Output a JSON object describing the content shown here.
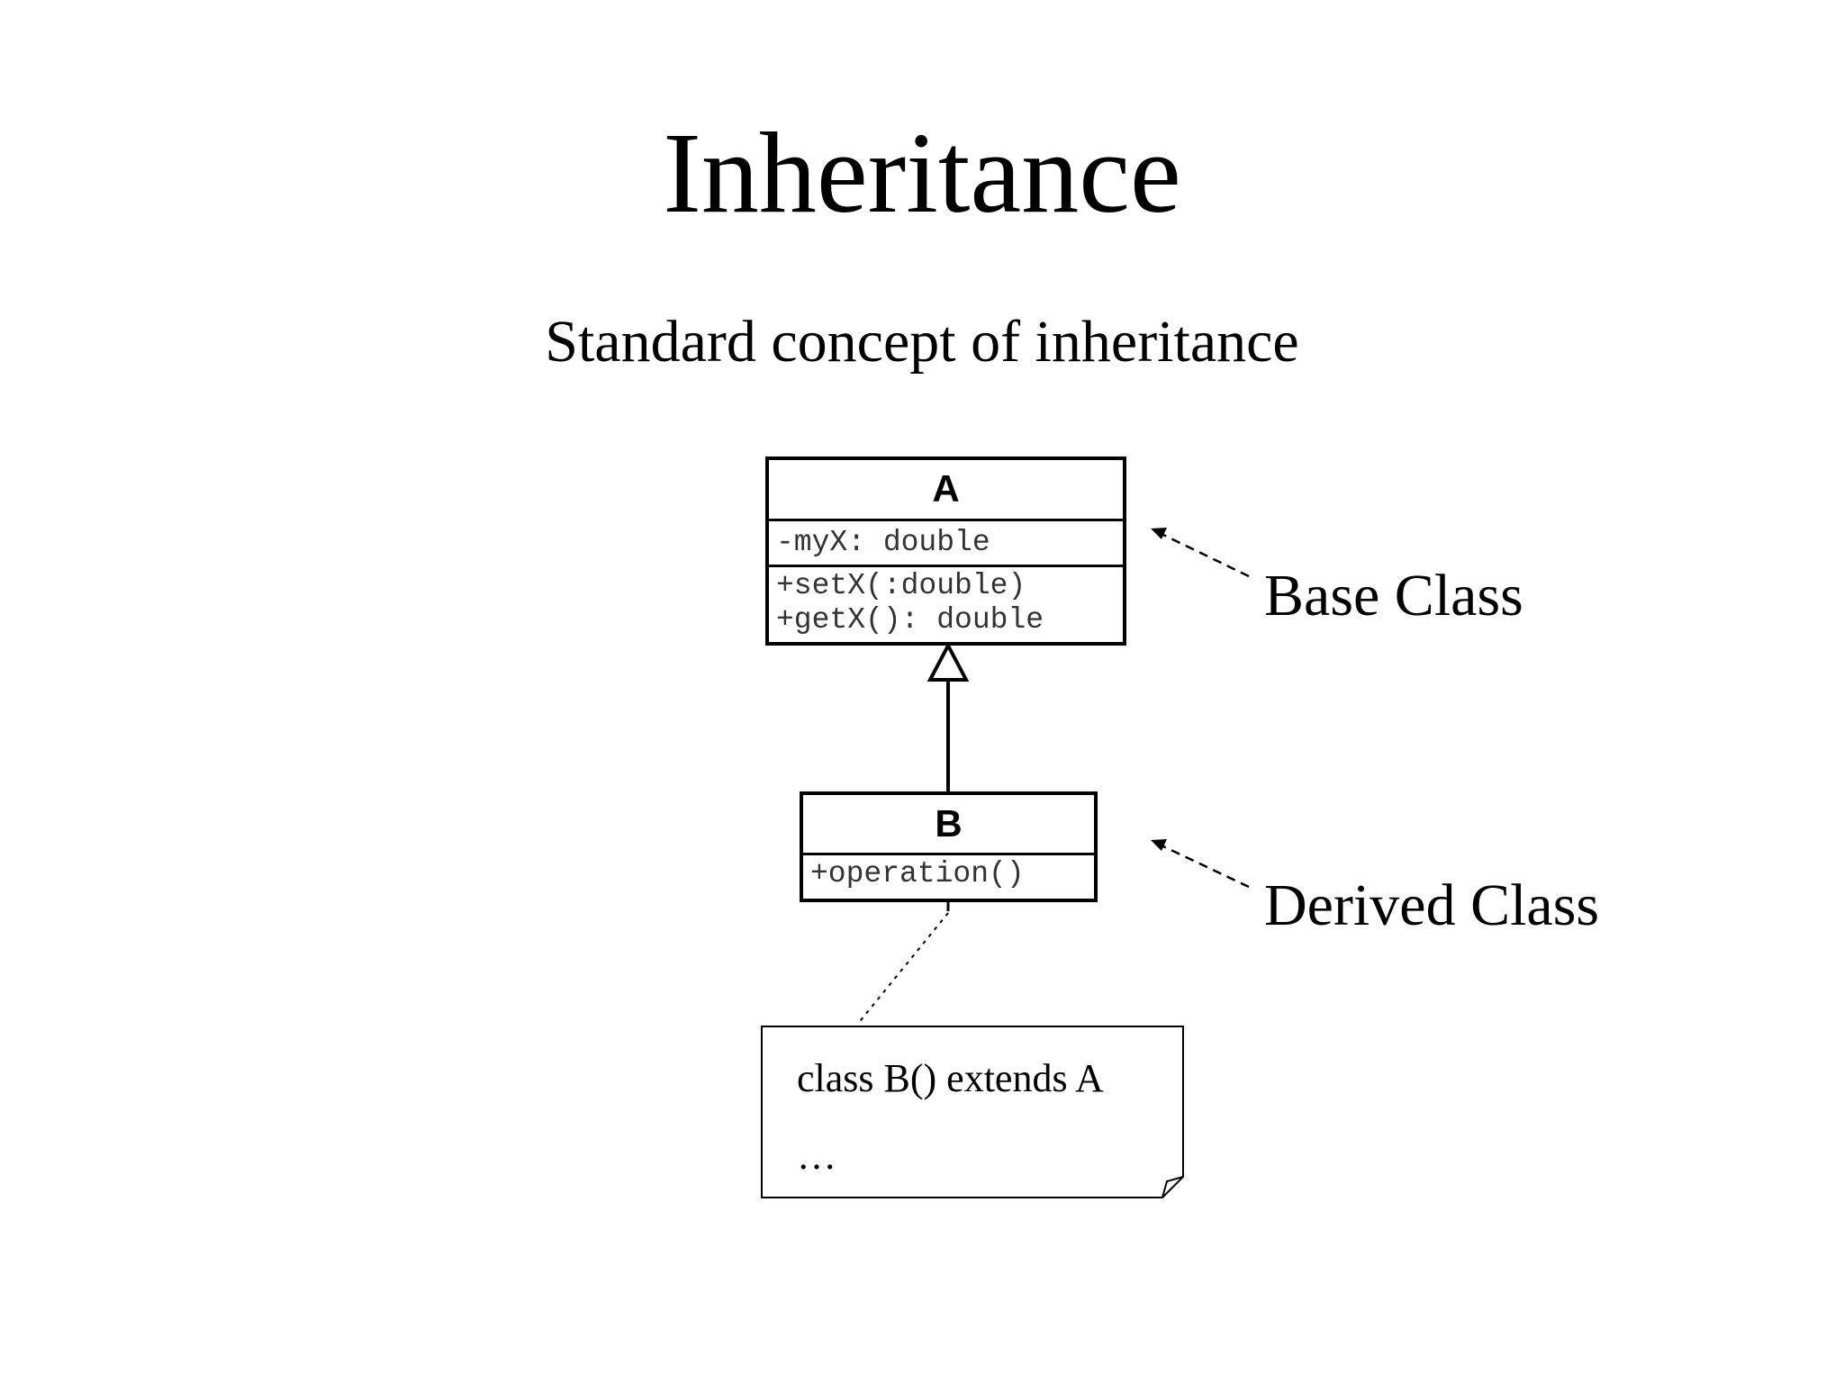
{
  "slide": {
    "title": "Inheritance",
    "subtitle": "Standard concept of inheritance"
  },
  "class_a": {
    "name": "A",
    "attributes": [
      "-myX: double"
    ],
    "operations": [
      "+setX(:double)",
      "+getX(): double"
    ]
  },
  "class_b": {
    "name": "B",
    "operations": [
      "+operation()"
    ]
  },
  "labels": {
    "base": "Base Class",
    "derived": "Derived Class"
  },
  "note": {
    "line1": "class B() extends A",
    "line2": "…"
  }
}
